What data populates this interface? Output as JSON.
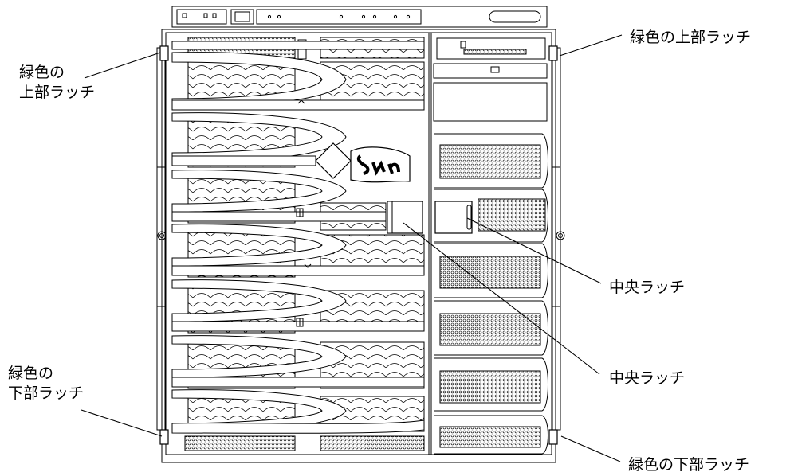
{
  "callouts": {
    "upper_left_line1": "緑色の",
    "upper_left_line2": "上部ラッチ",
    "upper_right": "緑色の上部ラッチ",
    "center_1": "中央ラッチ",
    "center_2": "中央ラッチ",
    "lower_left_line1": "緑色の",
    "lower_left_line2": "下部ラッチ",
    "lower_right": "緑色の下部ラッチ"
  }
}
